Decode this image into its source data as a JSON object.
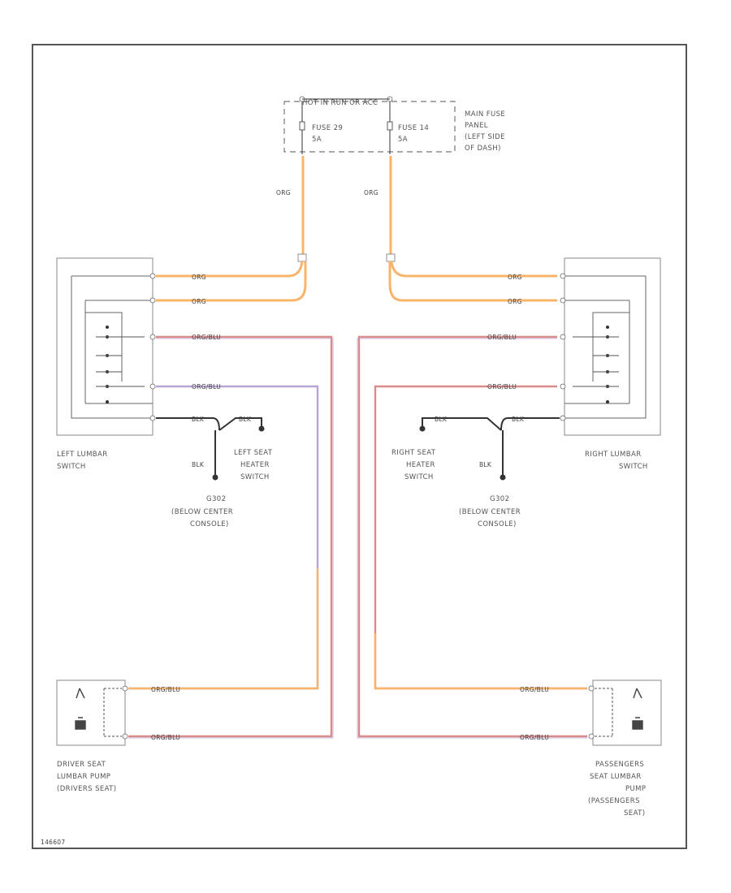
{
  "labels": {
    "fuse_panel_header": "HOT IN RUN OR ACC",
    "fuse_left": "FUSE 29",
    "fuse_left_amp": "5A",
    "fuse_right": "FUSE 14",
    "fuse_right_amp": "5A",
    "fuse_panel_name": [
      "MAIN FUSE",
      "PANEL",
      "(LEFT SIDE",
      "OF DASH)"
    ],
    "left_lumbar_switch": [
      "LEFT LUMBAR",
      "SWITCH"
    ],
    "right_lumbar_switch": [
      "RIGHT LUMBAR",
      "SWITCH"
    ],
    "left_seat_heater_switch": [
      "LEFT SEAT",
      "HEATER",
      "SWITCH"
    ],
    "right_seat_heater_switch": [
      "RIGHT SEAT",
      "HEATER",
      "SWITCH"
    ],
    "ground_left": [
      "G302",
      "(BELOW CENTER",
      "CONSOLE)"
    ],
    "ground_right": [
      "G302",
      "(BELOW CENTER",
      "CONSOLE)"
    ],
    "driver_pump": [
      "DRIVER SEAT",
      "LUMBAR PUMP",
      "(DRIVERS SEAT)"
    ],
    "passenger_pump": [
      "PASSENGERS",
      "SEAT LUMBAR",
      "PUMP",
      "(PASSENGERS",
      "SEAT)"
    ],
    "figure_id": "146607"
  },
  "wires": {
    "org": "ORG",
    "org_blu": "ORG/BLU",
    "blk": "BLK"
  },
  "colors": {
    "orange": "#f7b46a",
    "red": "#d98a8a",
    "violet": "#b8a3d6",
    "black": "#333333",
    "frame": "#555555"
  }
}
